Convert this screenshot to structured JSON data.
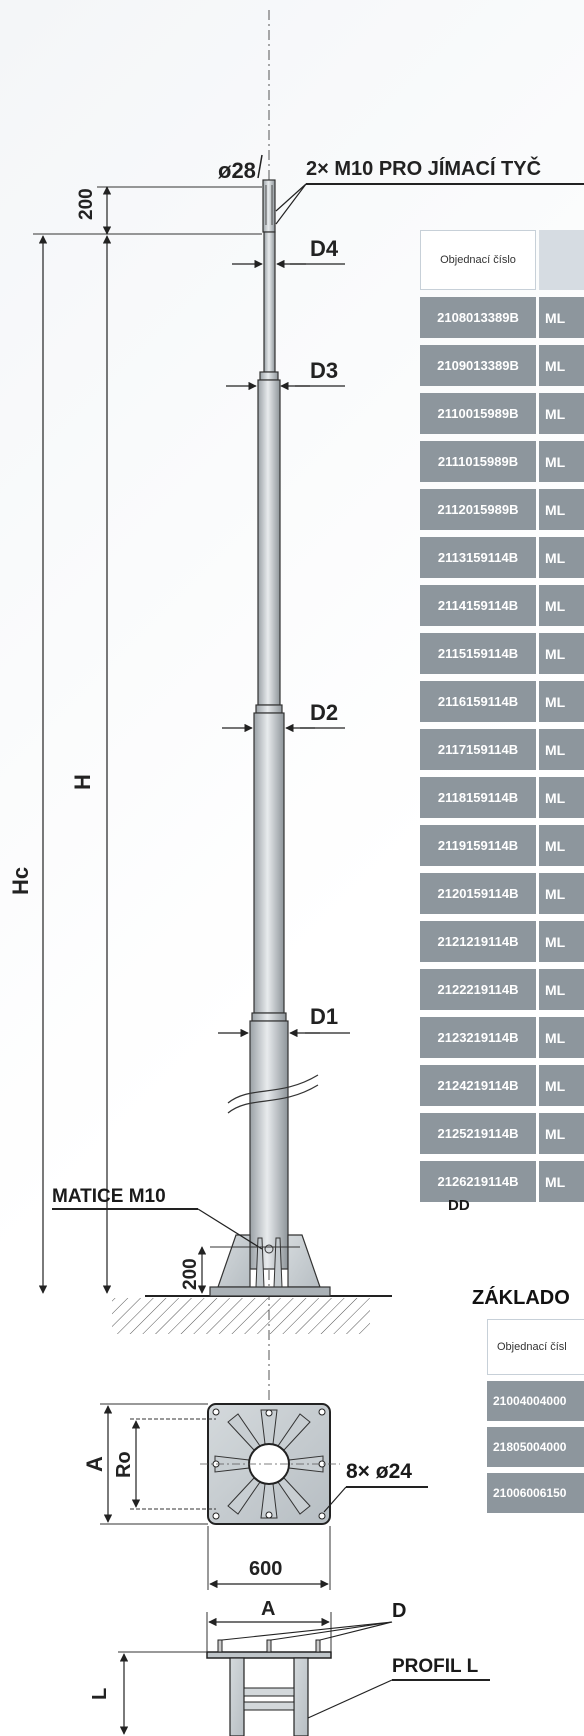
{
  "drawing": {
    "top_diameter": "ø28",
    "rod_note": "2× M10 PRO JÍMACÍ TYČ",
    "dim_200_top": "200",
    "dim_200_base": "200",
    "label_D4": "D4",
    "label_D3": "D3",
    "label_D2": "D2",
    "label_D1": "D1",
    "label_H": "H",
    "label_Hc": "Hc",
    "nut_label": "MATICE M10",
    "dim_A": "A",
    "dim_Ro": "Ro",
    "holes_label": "8× ø24",
    "dim_600": "600",
    "dim_A2": "A",
    "label_D": "D",
    "profile_label": "PROFIL L",
    "dim_L": "L"
  },
  "table1": {
    "header_order": "Objednací číslo",
    "rows": [
      {
        "code": "2108013389B",
        "type": "ML"
      },
      {
        "code": "2109013389B",
        "type": "ML"
      },
      {
        "code": "2110015989B",
        "type": "ML"
      },
      {
        "code": "2111015989B",
        "type": "ML"
      },
      {
        "code": "2112015989B",
        "type": "ML"
      },
      {
        "code": "2113159114B",
        "type": "ML"
      },
      {
        "code": "2114159114B",
        "type": "ML"
      },
      {
        "code": "2115159114B",
        "type": "ML"
      },
      {
        "code": "2116159114B",
        "type": "ML"
      },
      {
        "code": "2117159114B",
        "type": "ML"
      },
      {
        "code": "2118159114B",
        "type": "ML"
      },
      {
        "code": "2119159114B",
        "type": "ML"
      },
      {
        "code": "2120159114B",
        "type": "ML"
      },
      {
        "code": "2121219114B",
        "type": "ML"
      },
      {
        "code": "2122219114B",
        "type": "ML"
      },
      {
        "code": "2123219114B",
        "type": "ML"
      },
      {
        "code": "2124219114B",
        "type": "ML"
      },
      {
        "code": "2125219114B",
        "type": "ML"
      },
      {
        "code": "2126219114B",
        "type": "ML"
      }
    ],
    "note": "DD"
  },
  "table2": {
    "title": "ZÁKLADO",
    "header_order": "Objednací čísl",
    "rows": [
      "21004004000",
      "21805004000",
      "21006006150"
    ]
  },
  "colors": {
    "table_cell": "#8d969d",
    "header_bg": "#d6dce2",
    "line": "#222222"
  }
}
